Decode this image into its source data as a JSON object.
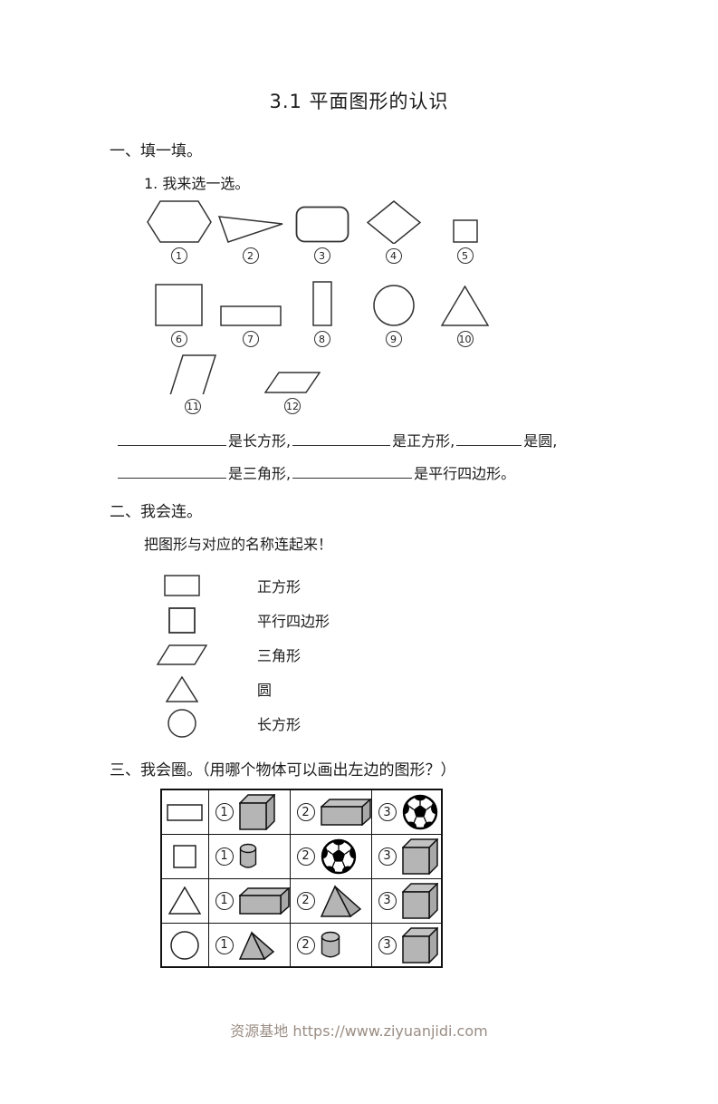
{
  "page": {
    "title": "3.1 平面图形的认识",
    "footer_text": "资源基地 https://www.ziyuanjidi.com"
  },
  "colors": {
    "ink": "#1c1c1c",
    "object_fill": "#b5b5b5",
    "footer_text": "#9a8d83"
  },
  "section_fill": {
    "heading": "一、填一填。",
    "subheading": "1. 我来选一选。",
    "shapes": [
      {
        "num": "1",
        "type": "hexagon"
      },
      {
        "num": "2",
        "type": "thin-triangle"
      },
      {
        "num": "3",
        "type": "rounded-rectangle"
      },
      {
        "num": "4",
        "type": "diamond"
      },
      {
        "num": "5",
        "type": "small-square"
      },
      {
        "num": "6",
        "type": "square"
      },
      {
        "num": "7",
        "type": "rectangle"
      },
      {
        "num": "8",
        "type": "tall-rectangle"
      },
      {
        "num": "9",
        "type": "circle"
      },
      {
        "num": "10",
        "type": "triangle"
      },
      {
        "num": "11",
        "type": "parallelogram"
      },
      {
        "num": "12",
        "type": "flat-parallelogram"
      }
    ],
    "blank_line1": {
      "t1": "是长方形,",
      "t2": "是正方形,",
      "t3": "是圆,"
    },
    "blank_line2": {
      "t1": "是三角形,",
      "t2": "是平行四边形。"
    }
  },
  "section_match": {
    "heading": "二、我会连。",
    "instruction": "把图形与对应的名称连起来！",
    "shapes": [
      "rectangle",
      "square",
      "parallelogram",
      "triangle",
      "circle"
    ],
    "names": [
      "正方形",
      "平行四边形",
      "三角形",
      "圆",
      "长方形"
    ]
  },
  "section_circle": {
    "heading": "三、我会圈。（用哪个物体可以画出左边的图形？）",
    "rows": [
      {
        "shape": "rectangle",
        "options": [
          {
            "num": "1",
            "object": "cube"
          },
          {
            "num": "2",
            "object": "cuboid"
          },
          {
            "num": "3",
            "object": "soccer-ball"
          }
        ]
      },
      {
        "shape": "square",
        "options": [
          {
            "num": "1",
            "object": "cylinder"
          },
          {
            "num": "2",
            "object": "soccer-ball"
          },
          {
            "num": "3",
            "object": "cube"
          }
        ]
      },
      {
        "shape": "triangle",
        "options": [
          {
            "num": "1",
            "object": "cuboid"
          },
          {
            "num": "2",
            "object": "triangular-prism"
          },
          {
            "num": "3",
            "object": "cube"
          }
        ]
      },
      {
        "shape": "circle",
        "options": [
          {
            "num": "1",
            "object": "triangular-prism"
          },
          {
            "num": "2",
            "object": "cylinder"
          },
          {
            "num": "3",
            "object": "cube"
          }
        ]
      }
    ]
  }
}
